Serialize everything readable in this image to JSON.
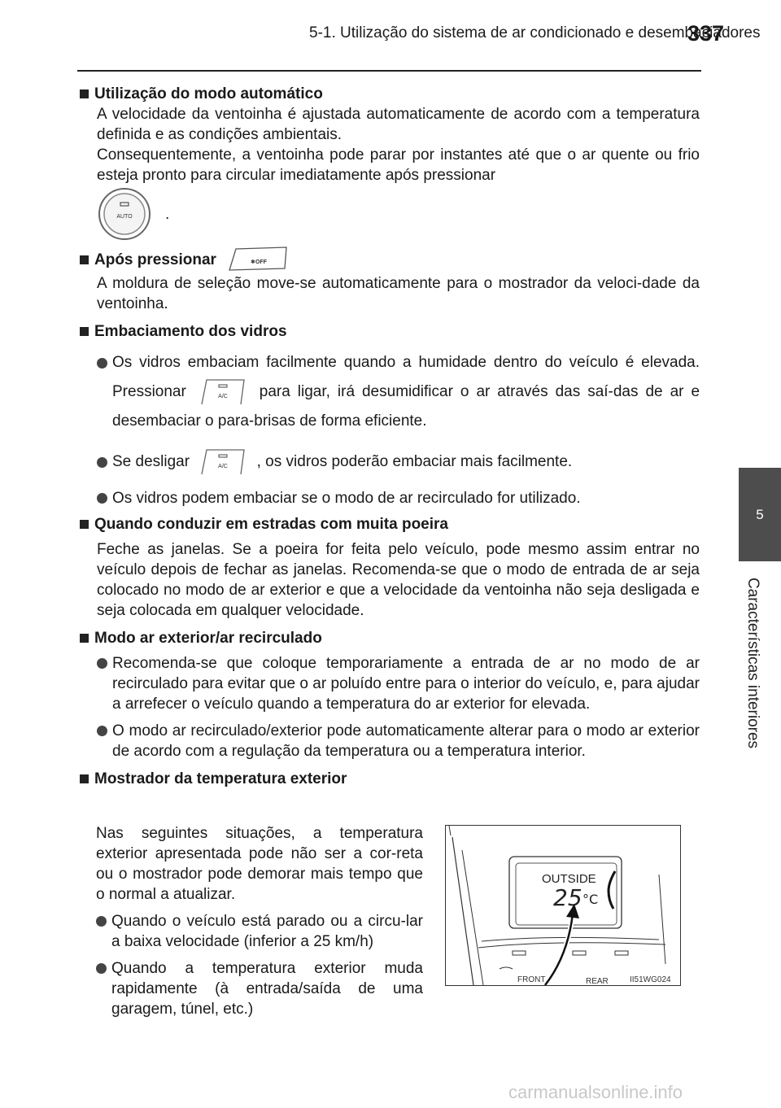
{
  "header": {
    "section": "5-1. Utilização do sistema de ar condicionado e desembaciadores",
    "page": "337"
  },
  "side_tab": {
    "number": "5",
    "title": "Características interiores"
  },
  "sections": {
    "auto_mode": {
      "heading": "Utilização do modo automático",
      "p1": "A velocidade da ventoinha é ajustada automaticamente de acordo com a temperatura definida e as condições ambientais.",
      "p2": "Consequentemente, a ventoinha pode parar por instantes até que o ar quente ou frio esteja pronto para circular imediatamente após pressionar",
      "p2_end": ".",
      "button_label": "AUTO"
    },
    "after_press": {
      "heading": "Após pressionar",
      "button_label": "OFF",
      "p1": "A moldura de seleção move-se automaticamente para o mostrador da veloci-dade da ventoinha."
    },
    "fogging": {
      "heading": "Embaciamento dos vidros",
      "b1_a": "Os vidros embaciam facilmente quando a humidade dentro do veículo é elevada. Pressionar",
      "b1_b": "para ligar, irá desumidificar o ar através das saí-das de ar e desembaciar o para-brisas de forma eficiente.",
      "b2_a": "Se desligar",
      "b2_b": ", os vidros poderão embaciar mais facilmente.",
      "b3": "Os vidros podem embaciar se o modo de ar recirculado for utilizado.",
      "ac_label": "A/C"
    },
    "dusty_roads": {
      "heading": "Quando conduzir em estradas com muita poeira",
      "p1": "Feche as janelas. Se a poeira for feita pelo veículo, pode mesmo assim entrar no veículo depois de fechar as janelas. Recomenda-se que o modo de entrada de ar seja colocado no modo de ar exterior e que a velocidade da ventoinha não seja desligada e seja colocada em qualquer velocidade."
    },
    "outside_recirc": {
      "heading": "Modo ar exterior/ar recirculado",
      "b1": "Recomenda-se que coloque  temporariamente a entrada de ar no modo de ar recirculado para evitar que o ar poluído entre para o interior do veículo, e, para ajudar a arrefecer o veículo quando a temperatura do ar exterior for elevada.",
      "b2": "O modo ar recirculado/exterior pode automaticamente alterar para o modo ar exterior de acordo com a regulação da temperatura ou a temperatura interior."
    },
    "outside_temp": {
      "heading": "Mostrador da temperatura exterior",
      "p1": "Nas seguintes situações, a temperatura exterior apresentada pode não ser a cor-reta ou o mostrador pode demorar mais tempo que o normal a atualizar.",
      "b1": "Quando o veículo está parado ou a circu-lar a baixa velocidade (inferior a 25 km/h)",
      "b2": "Quando a temperatura exterior muda rapidamente (à entrada/saída de uma garagem, túnel, etc.)"
    }
  },
  "figure": {
    "display_label": "OUTSIDE",
    "temperature": "25",
    "unit": "°C",
    "btn_front": "FRONT",
    "btn_rear": "REAR",
    "code": "II51WG024"
  },
  "watermark": "carmanualsonline.info"
}
